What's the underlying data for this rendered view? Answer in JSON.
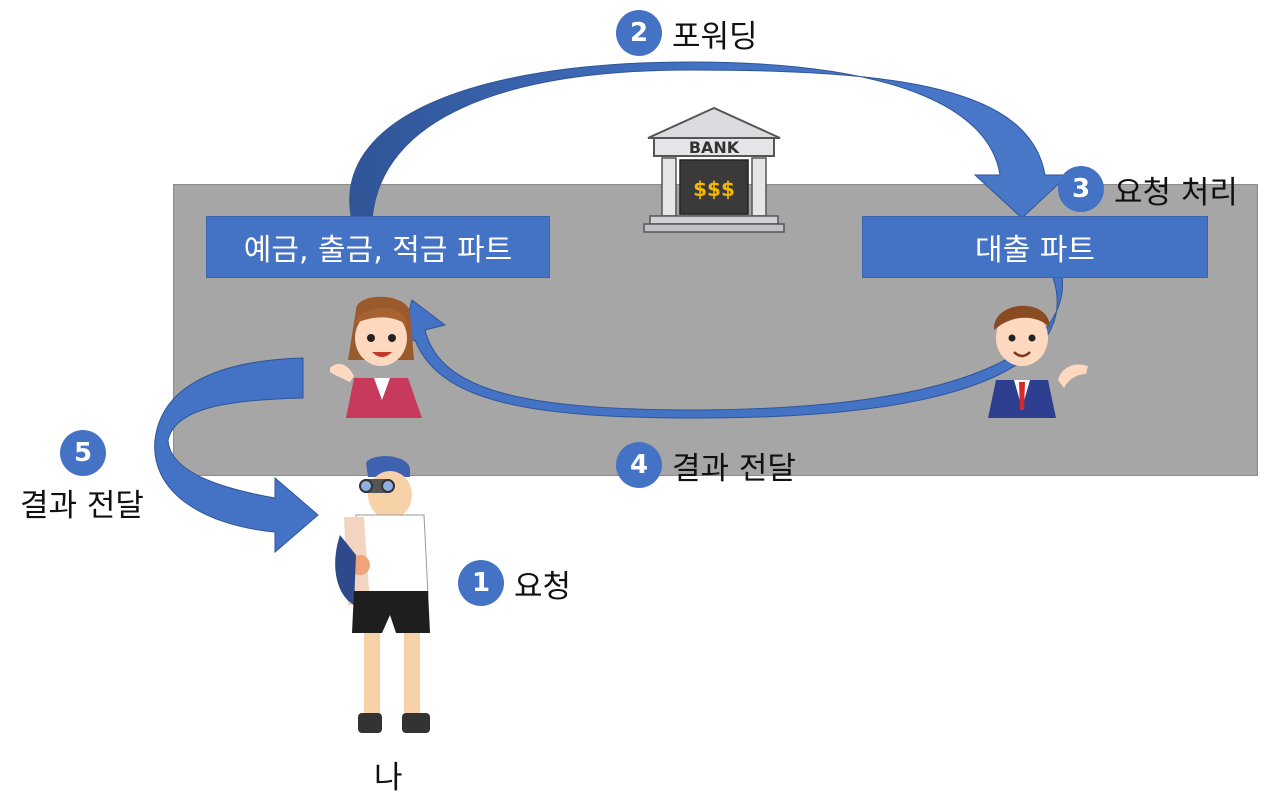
{
  "bank": {
    "sign": "BANK",
    "money": "$$$"
  },
  "parts": {
    "deposit": "예금, 출금, 적금 파트",
    "loan": "대출 파트"
  },
  "steps": [
    {
      "num": "1",
      "label": "요청"
    },
    {
      "num": "2",
      "label": "포워딩"
    },
    {
      "num": "3",
      "label": "요청 처리"
    },
    {
      "num": "4",
      "label": "결과 전달"
    },
    {
      "num": "5",
      "label": "결과 전달"
    }
  ],
  "me": "나",
  "colors": {
    "arrow": "#4472c4",
    "arrow_dark": "#2f5597",
    "area": "#a6a6a6",
    "box": "#4472c4"
  }
}
